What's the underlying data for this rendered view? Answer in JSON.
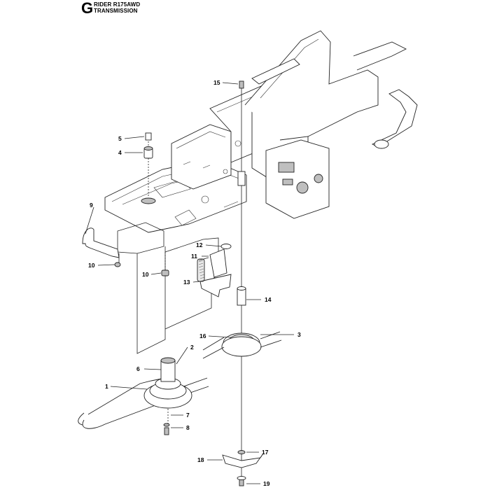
{
  "header": {
    "section_letter": "G",
    "model": "RIDER R175AWD",
    "section_title": "TRANSMISSION"
  },
  "callouts": [
    "15",
    "5",
    "4",
    "9",
    "12",
    "11",
    "10",
    "10",
    "13",
    "14",
    "16",
    "3",
    "2",
    "6",
    "1",
    "7",
    "8",
    "17",
    "18",
    "19"
  ]
}
